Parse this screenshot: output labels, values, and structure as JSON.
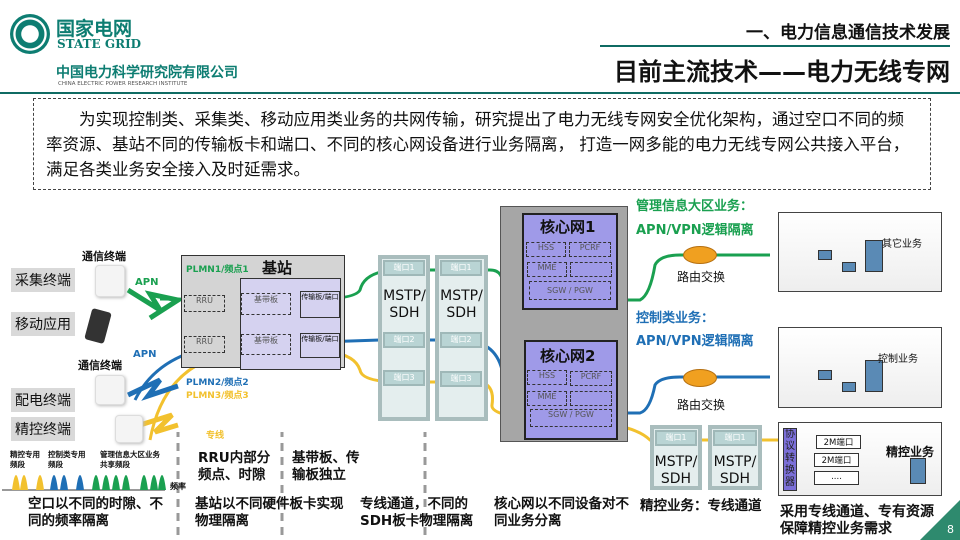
{
  "header": {
    "logo_cn": "国家电网",
    "logo_en": "STATE GRID",
    "org_cn": "中国电力科学研究院有限公司",
    "org_en": "CHINA ELECTRIC POWER RESEARCH INSTITUTE",
    "section": "一、电力信息通信技术发展",
    "title": "目前主流技术——电力无线专网"
  },
  "intro": "为实现控制类、采集类、移动应用类业务的共网传输，研究提出了电力无线专网安全优化架构，通过空口不同的频率资源、基站不同的传输板卡和端口、不同的核心网设备进行业务隔离， 打造一网多能的电力无线专网公共接入平台，满足各类业务安全接入及时延需求。",
  "terminals": {
    "comm1": "通信终端",
    "comm2": "通信终端",
    "collect": "采集终端",
    "mobile": "移动应用",
    "distrib": "配电终端",
    "precise": "精控终端",
    "apn1": "APN",
    "apn2": "APN"
  },
  "spectrum": {
    "band1": "精控专用频段",
    "band2": "控制类专用频段",
    "band3": "管理信息大区业务共享频段",
    "axis": "频率",
    "dots": "..."
  },
  "base_station": {
    "title": "基站",
    "plmn1": "PLMN1/频点1",
    "plmn2": "PLMN2/频点2",
    "plmn3": "PLMN3/频点3",
    "rru1": "RRU",
    "rru2": "RRU",
    "bb1": "基带板",
    "bb2": "基带板",
    "tx1": "传输板/端口",
    "tx2": "传输板/端口",
    "dedicated": "专线"
  },
  "mstp": {
    "port1": "端口1",
    "port2": "端口2",
    "port3": "端口3",
    "label": "MSTP/ SDH"
  },
  "core": {
    "core1": "核心网1",
    "core2": "核心网2",
    "hss": "HSS",
    "pcrf": "PCRF",
    "mme": "MME",
    "sgw": "SGW / PGW",
    "blank": "..."
  },
  "right": {
    "mgmt_title": "管理信息大区业务：",
    "mgmt_iso": "APN/VPN逻辑隔离",
    "ctrl_title": "控制类业务：",
    "ctrl_iso": "APN/VPN逻辑隔离",
    "router1": "路由交换",
    "router2": "路由交换",
    "other": "其它业务",
    "control": "控制业务",
    "precise": "精控业务",
    "converter": "协议转换器",
    "port2m1": "2M端口",
    "port2m2": "2M端口",
    "portmore": "....",
    "port1": "端口1"
  },
  "captions": {
    "c1": "空口以不同的时隙、不同的频率隔离",
    "c2a": "RRU内部分频点、时隙",
    "c2b": "基带板、传输板独立",
    "c2": "基站以不同硬件板卡实现物理隔离",
    "c3": "专线通道，不同的SDH板卡物理隔离",
    "c4": "核心网以不同设备对不同业务分离",
    "c5": "精控业务：专线通道",
    "c6": "采用专线通道、专有资源保障精控业务需求"
  },
  "page_number": "8",
  "colors": {
    "green": "#1aa050",
    "blue": "#1f6fb5",
    "yellow": "#f2c12e",
    "teal": "#0f6b63"
  }
}
